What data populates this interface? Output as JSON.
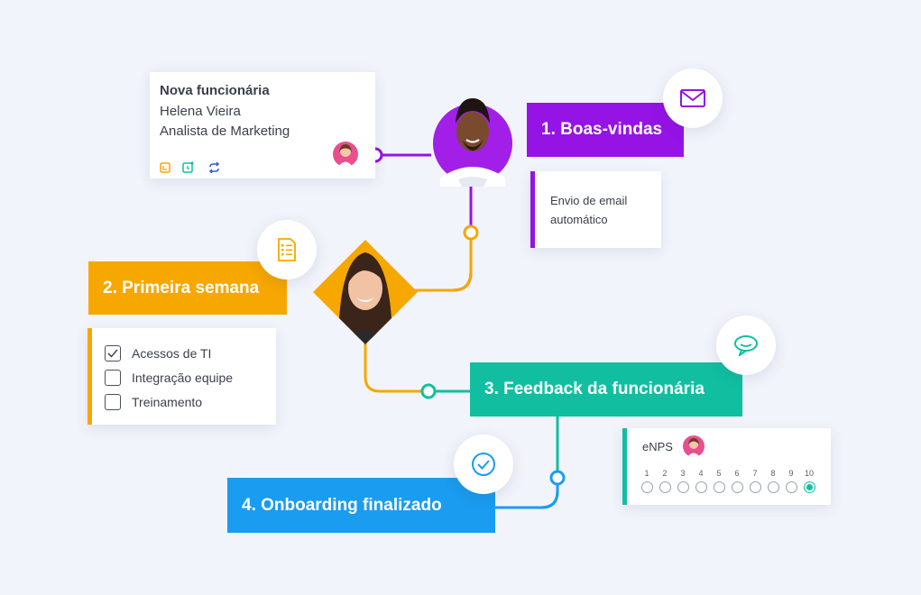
{
  "new_employee_card": {
    "heading": "Nova funcionária",
    "name": "Helena Vieira",
    "role": "Analista de Marketing"
  },
  "stages": [
    {
      "label": "1. Boas-vindas",
      "color": "#9513e5"
    },
    {
      "label": "2. Primeira semana",
      "color": "#f6a700"
    },
    {
      "label": "3. Feedback da funcionária",
      "color": "#11bfa0"
    },
    {
      "label": "4. Onboarding finalizado",
      "color": "#1a9cf0"
    }
  ],
  "welcome_note": {
    "text_line1": "Envio de email",
    "text_line2": "automático"
  },
  "checklist": {
    "items": [
      {
        "label": "Acessos de TI",
        "checked": true
      },
      {
        "label": "Integração equipe",
        "checked": false
      },
      {
        "label": "Treinamento",
        "checked": false
      }
    ]
  },
  "enps": {
    "title": "eNPS",
    "scale": [
      "1",
      "2",
      "3",
      "4",
      "5",
      "6",
      "7",
      "8",
      "9",
      "10"
    ],
    "selected": "10"
  },
  "icons": {
    "stage1": "envelope-icon",
    "stage2": "checklist-document-icon",
    "stage3": "chat-bubble-icon",
    "stage4": "check-circle-icon"
  }
}
